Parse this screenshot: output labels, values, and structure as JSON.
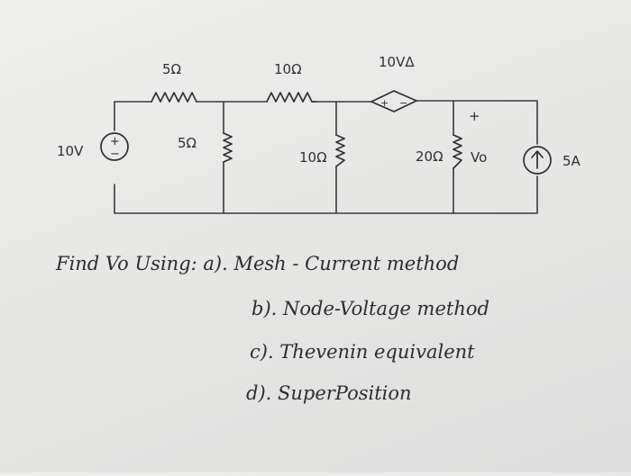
{
  "circuit": {
    "source_voltage": "10V",
    "source_polarity_plus": "+",
    "source_polarity_minus": "−",
    "r_series_1": "5Ω",
    "r_series_2": "10Ω",
    "r_shunt_1": "5Ω",
    "r_shunt_2": "10Ω",
    "r_shunt_3": "20Ω",
    "dependent_source": "10VΔ",
    "dependent_sign_plus": "+",
    "dependent_sign_minus": "−",
    "vo_plus": "+",
    "vo_label": "Vo",
    "current_source": "5A"
  },
  "problem": {
    "line1": "Find Vo Using:  a). Mesh - Current method",
    "line2": "b). Node-Voltage method",
    "line3": "c). Thevenin equivalent",
    "line4": "d). SuperPosition"
  }
}
